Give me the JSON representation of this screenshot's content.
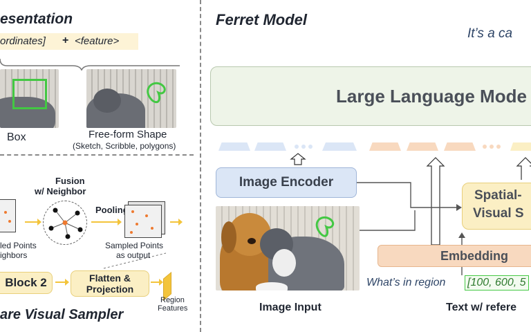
{
  "left": {
    "section_title": "esentation",
    "formula_part1": "ordinates]",
    "formula_plus": "+",
    "formula_part2": "<feature>",
    "box_label": "Box",
    "freeform_label": "Free-form Shape",
    "freeform_sublabel": "(Sketch, Scribble, polygons)",
    "fusion_label_line1": "Fusion",
    "fusion_label_line2": "w/ Neighbor",
    "pooling_label": "Pooling",
    "sampled_points_left_line1": "led Points",
    "sampled_points_left_line2": "ighbors",
    "sampled_points_right_line1": "Sampled Points",
    "sampled_points_right_line2": "as output",
    "block_label": "Block 2",
    "flatten_line1": "Flatten &",
    "flatten_line2": "Projection",
    "region_features_line1": "Region",
    "region_features_line2": "Features",
    "sampler_title": "are Visual Sampler"
  },
  "right": {
    "title": "Ferret Model",
    "output_text": "It’s a ca",
    "llm_label": "Large Language Mode",
    "image_encoder_label": "Image Encoder",
    "spatial_line1": "Spatial-",
    "spatial_line2": "Visual S",
    "embedding_label": "Embedding",
    "prompt_text": "What’s in region",
    "prompt_coords": "[100, 600, 5",
    "image_input_label": "Image Input",
    "text_ref_label": "Text w/ refere"
  },
  "colors": {
    "green_box": "#43c843",
    "llm_fill": "#eef4e8",
    "encoder_fill": "#dbe6f6",
    "embedding_fill": "#f8d9bf",
    "sampler_fill": "#fbefc4",
    "formula_bg": "#fdf3d6",
    "orange_point": "#ee7a30",
    "arrow_yellow": "#f3c43b"
  }
}
